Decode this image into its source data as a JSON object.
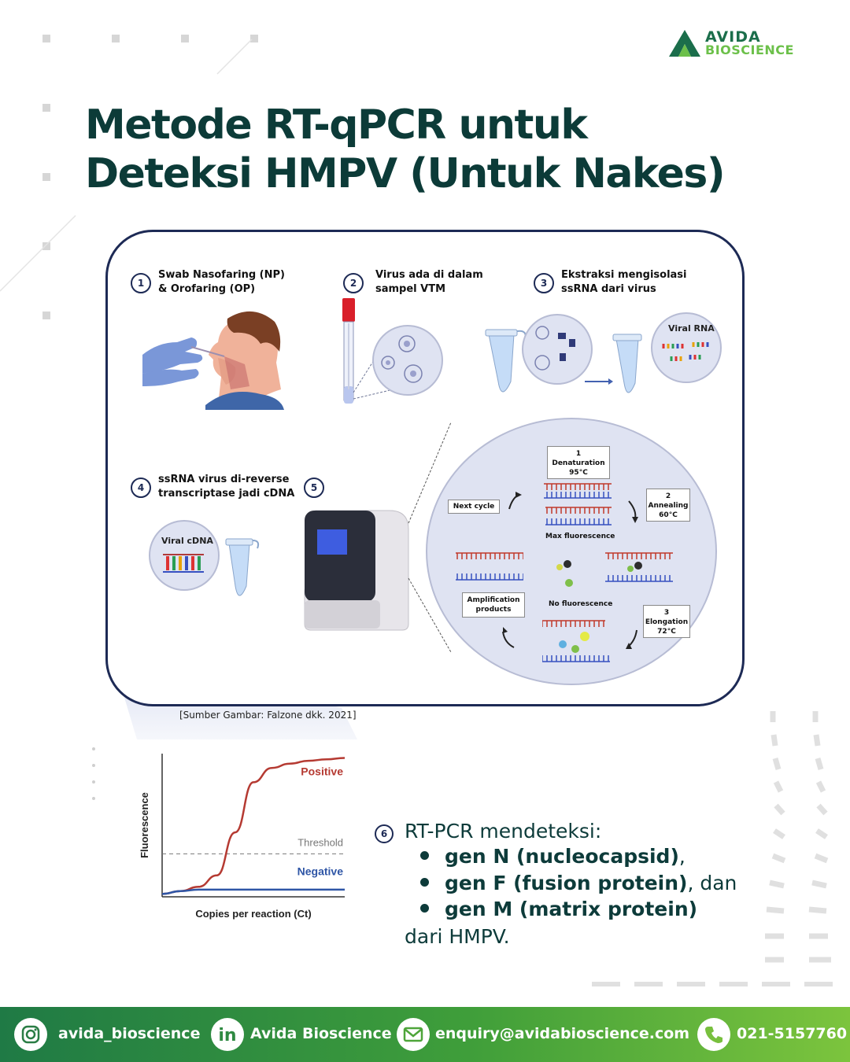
{
  "brand": {
    "logo_line1": "AVIDA",
    "logo_line2": "BIOSCIENCE",
    "primary_color": "#0c3b38",
    "accent_green": "#6cc04a"
  },
  "title": {
    "line1": "Metode RT-qPCR untuk",
    "line2": "Deteksi HMPV (Untuk Nakes)"
  },
  "diagram": {
    "steps": [
      {
        "num": "1",
        "line1": "Swab Nasofaring (NP)",
        "line2": "& Orofaring (OP)"
      },
      {
        "num": "2",
        "line1": "Virus ada di dalam",
        "line2": "sampel VTM"
      },
      {
        "num": "3",
        "line1": "Ekstraksi mengisolasi",
        "line2": "ssRNA dari virus"
      },
      {
        "num": "4",
        "line1": "ssRNA virus di-reverse",
        "line2": "transcriptase jadi cDNA"
      },
      {
        "num": "5",
        "line1": "",
        "line2": ""
      }
    ],
    "viral_rna_label": "Viral RNA",
    "viral_cdna_label": "Viral cDNA",
    "cycle": {
      "denaturation_num": "1",
      "denaturation": "Denaturation",
      "denaturation_temp": "95°C",
      "annealing_num": "2",
      "annealing": "Annealing",
      "annealing_temp": "60°C",
      "elongation_num": "3",
      "elongation": "Elongation",
      "elongation_temp": "72°C",
      "next_cycle": "Next cycle",
      "max_fluorescence": "Max fluorescence",
      "no_fluorescence": "No fluorescence",
      "amplification_line1": "Amplification",
      "amplification_line2": "products"
    },
    "source": "[Sumber Gambar: Falzone dkk. 2021]"
  },
  "chart_data": {
    "type": "line",
    "xlabel": "Copies per reaction (Ct)",
    "ylabel": "Fluorescence",
    "threshold_label": "Threshold",
    "threshold": 0.3,
    "series": [
      {
        "name": "Positive",
        "color": "#b53a32",
        "x": [
          0,
          1,
          2,
          3,
          4,
          5,
          6,
          7,
          8,
          9,
          10
        ],
        "y": [
          0.02,
          0.04,
          0.07,
          0.15,
          0.45,
          0.8,
          0.9,
          0.93,
          0.95,
          0.96,
          0.97
        ]
      },
      {
        "name": "Negative",
        "color": "#2f56a6",
        "x": [
          0,
          1,
          2,
          3,
          4,
          5,
          6,
          7,
          8,
          9,
          10
        ],
        "y": [
          0.02,
          0.04,
          0.05,
          0.05,
          0.05,
          0.05,
          0.05,
          0.05,
          0.05,
          0.05,
          0.05
        ]
      }
    ],
    "xlim": [
      0,
      10
    ],
    "ylim": [
      0,
      1
    ]
  },
  "step6": {
    "num": "6",
    "intro": "RT-PCR mendeteksi:",
    "genes": [
      {
        "bold": "gen N (nucleocapsid)",
        "suffix": ","
      },
      {
        "bold": "gen F (fusion protein)",
        "suffix": ", dan"
      },
      {
        "bold": "gen M (matrix protein)",
        "suffix": ""
      }
    ],
    "outro": "dari HMPV."
  },
  "footer": {
    "instagram": "avida_bioscience",
    "linkedin": "Avida Bioscience",
    "email": "enquiry@avidabioscience.com",
    "phone": "021-5157760"
  }
}
